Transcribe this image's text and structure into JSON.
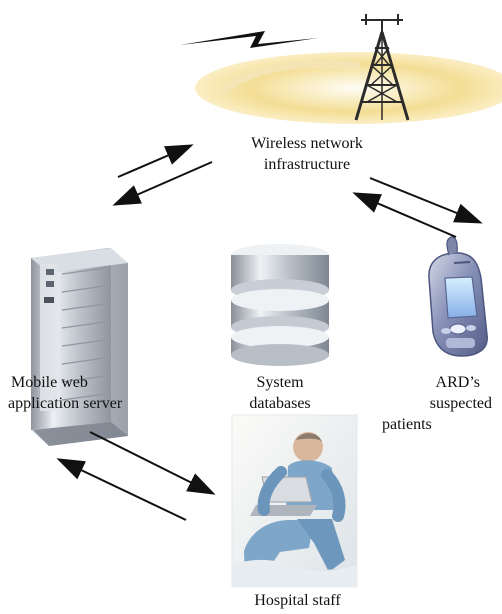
{
  "nodes": {
    "wireless": {
      "line1": "Wireless network",
      "line2": "infrastructure"
    },
    "server": {
      "line1": "Mobile web",
      "line2": "application server"
    },
    "databases": {
      "line1": "System",
      "line2": "databases"
    },
    "patients": {
      "line1": "ARD’s",
      "line2": "suspected",
      "line3": "patients"
    },
    "staff": {
      "line1": "Hospital staff"
    }
  },
  "icons": {
    "wireless": "wireless-tower-icon",
    "server": "server-tower-icon",
    "databases": "database-stack-icon",
    "patients": "mobile-phone-icon",
    "staff": "hospital-staff-photo"
  },
  "colors": {
    "arrow": "#111111",
    "tower": "#2b2b2b",
    "wirelessGlow": "#f3dc8f",
    "server": "#b7bcc3",
    "database": "#a9afb7",
    "phone": "#7f87a8",
    "scrubs": "#7ea6c8"
  }
}
